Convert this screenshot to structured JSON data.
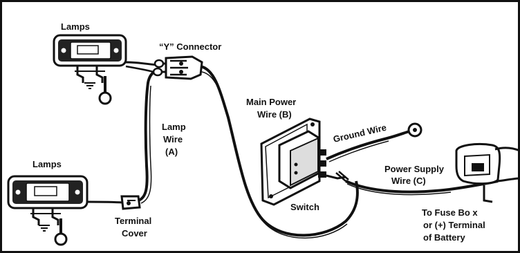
{
  "diagram": {
    "labels": {
      "lamps_top": "Lamps",
      "lamps_bottom": "Lamps",
      "y_connector": "“Y” Connector",
      "lamp_wire": [
        "Lamp",
        "Wire",
        "(A)"
      ],
      "terminal_cover": [
        "Terminal",
        "Cover"
      ],
      "main_power_wire": [
        "Main Power",
        "Wire (B)"
      ],
      "ground_wire": "Ground Wire",
      "switch": "Switch",
      "power_supply_wire": [
        "Power Supply",
        "Wire (C)"
      ],
      "to_fuse_box": [
        "To Fuse Bo x",
        "or (+) Terminal",
        "of Battery"
      ]
    },
    "colors": {
      "line": "#111111",
      "background": "#ffffff"
    }
  }
}
